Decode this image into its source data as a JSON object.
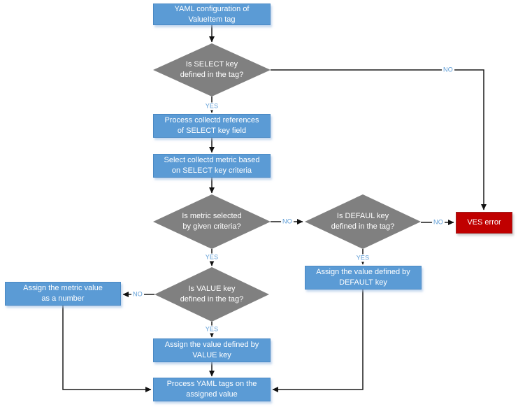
{
  "diagram": {
    "colors": {
      "process_fill": "#5B9BD5",
      "process_border": "#4A89C4",
      "decision_fill": "#808080",
      "error_fill": "#C00000",
      "error_border": "#9E2121",
      "label_color": "#5B9BD5",
      "line_color": "#1a1a1a"
    },
    "nodes": {
      "start": {
        "type": "process",
        "label": "YAML configuration of\nValueItem tag"
      },
      "select_decision": {
        "type": "decision",
        "label": "Is SELECT key\ndefined in the tag?"
      },
      "process_references": {
        "type": "process",
        "label": "Process collectd references\nof SELECT key field"
      },
      "select_metric": {
        "type": "process",
        "label": "Select collectd metric based\non SELECT key criteria"
      },
      "metric_selected_decision": {
        "type": "decision",
        "label": "Is metric selected\nby given criteria?"
      },
      "default_decision": {
        "type": "decision",
        "label": "Is DEFAUL key\ndefined in the tag?"
      },
      "ves_error": {
        "type": "error",
        "label": "VES error"
      },
      "assign_default": {
        "type": "process",
        "label": "Assign the value defined by\nDEFAULT key"
      },
      "value_decision": {
        "type": "decision",
        "label": "Is VALUE key\ndefined in the tag?"
      },
      "assign_metric_number": {
        "type": "process",
        "label": "Assign the metric value\nas a number"
      },
      "assign_value": {
        "type": "process",
        "label": "Assign the value defined by\nVALUE key"
      },
      "process_yaml_tags": {
        "type": "process",
        "label": "Process YAML tags on the\nassigned value"
      }
    },
    "edge_labels": {
      "select_yes": "YES",
      "select_no": "NO",
      "metric_yes": "YES",
      "metric_no": "NO",
      "default_yes": "YES",
      "default_no": "NO",
      "value_yes": "YES",
      "value_no": "NO"
    }
  }
}
